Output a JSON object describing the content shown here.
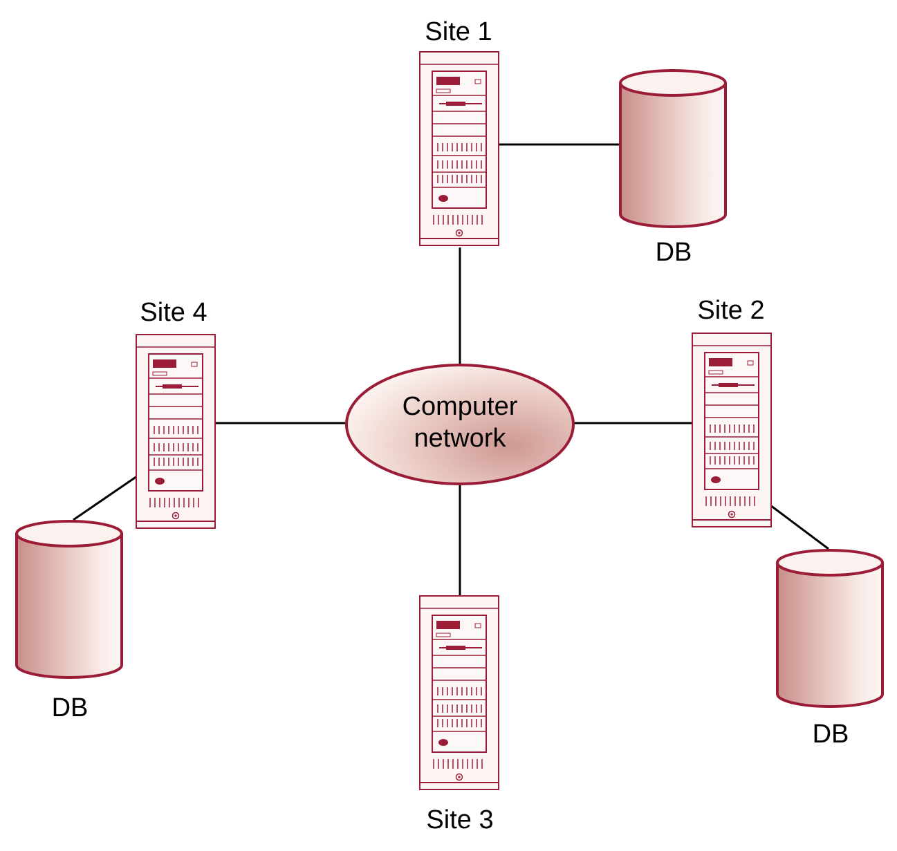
{
  "colors": {
    "outline": "#9b1c36",
    "accent": "#a0203e",
    "fill_light": "#fbf1ee",
    "fill_mid": "#e9c3bd",
    "fill_dark": "#c98e8a",
    "line": "#000000"
  },
  "network": {
    "label_line1": "Computer",
    "label_line2": "network",
    "icon": "cloud-ellipse"
  },
  "sites": [
    {
      "id": "site1",
      "label": "Site 1",
      "has_db": true,
      "db_label": "DB",
      "icon": "server-tower-icon"
    },
    {
      "id": "site2",
      "label": "Site 2",
      "has_db": true,
      "db_label": "DB",
      "icon": "server-tower-icon"
    },
    {
      "id": "site3",
      "label": "Site 3",
      "has_db": false,
      "icon": "server-tower-icon"
    },
    {
      "id": "site4",
      "label": "Site 4",
      "has_db": true,
      "db_label": "DB",
      "icon": "server-tower-icon"
    }
  ]
}
